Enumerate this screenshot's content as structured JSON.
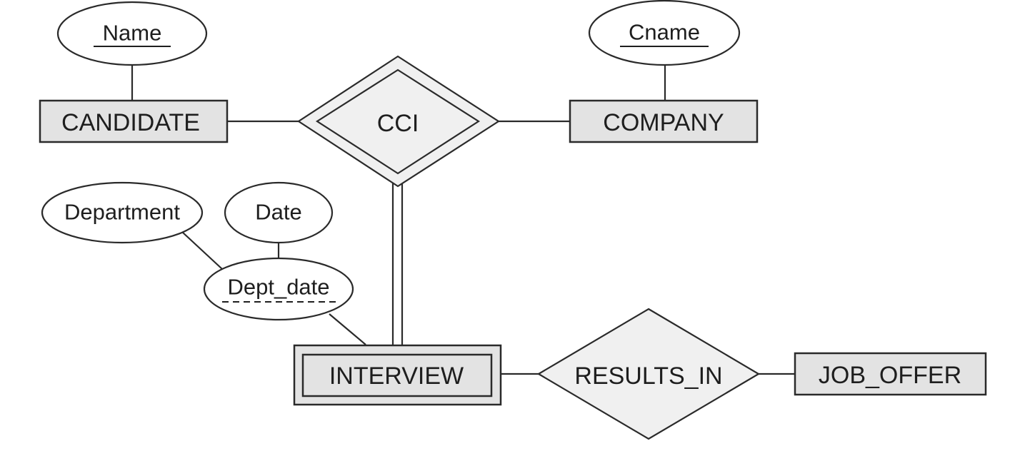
{
  "diagram": {
    "type": "ER diagram",
    "entities": {
      "candidate": {
        "label": "CANDIDATE",
        "weak": false
      },
      "company": {
        "label": "COMPANY",
        "weak": false
      },
      "interview": {
        "label": "INTERVIEW",
        "weak": true
      },
      "job_offer": {
        "label": "JOB_OFFER",
        "weak": false
      }
    },
    "relationships": {
      "cci": {
        "label": "CCI",
        "identifying": true
      },
      "results_in": {
        "label": "RESULTS_IN",
        "identifying": false
      }
    },
    "attributes": {
      "name": {
        "label": "Name",
        "key": true,
        "owner": "CANDIDATE"
      },
      "cname": {
        "label": "Cname",
        "key": true,
        "owner": "COMPANY"
      },
      "department": {
        "label": "Department",
        "component_of": "Dept_date"
      },
      "date": {
        "label": "Date",
        "component_of": "Dept_date"
      },
      "dept_date": {
        "label": "Dept_date",
        "partial_key": true,
        "composite": true,
        "owner": "INTERVIEW"
      }
    },
    "connections": [
      {
        "from": "Name",
        "to": "CANDIDATE"
      },
      {
        "from": "Cname",
        "to": "COMPANY"
      },
      {
        "from": "CANDIDATE",
        "to": "CCI"
      },
      {
        "from": "CCI",
        "to": "COMPANY"
      },
      {
        "from": "CCI",
        "to": "INTERVIEW",
        "total_participation": true
      },
      {
        "from": "Department",
        "to": "Dept_date"
      },
      {
        "from": "Date",
        "to": "Dept_date"
      },
      {
        "from": "Dept_date",
        "to": "INTERVIEW"
      },
      {
        "from": "INTERVIEW",
        "to": "RESULTS_IN"
      },
      {
        "from": "RESULTS_IN",
        "to": "JOB_OFFER"
      }
    ]
  }
}
